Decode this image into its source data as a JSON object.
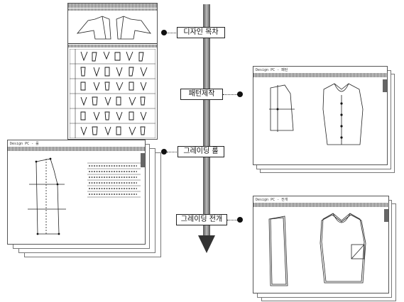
{
  "steps": [
    {
      "label": "디자인 목차"
    },
    {
      "label": "패턴제작"
    },
    {
      "label": "그레이딩 룰"
    },
    {
      "label": "그레이딩 전개"
    }
  ],
  "windows": {
    "pattern": {
      "title": "Design PC - 패턴"
    },
    "rule": {
      "title": "Design PC - 룰"
    },
    "grading": {
      "title": "Design PC - 전개"
    }
  },
  "colors": {
    "arrow": "#3d3d3d",
    "ink": "#222222"
  }
}
